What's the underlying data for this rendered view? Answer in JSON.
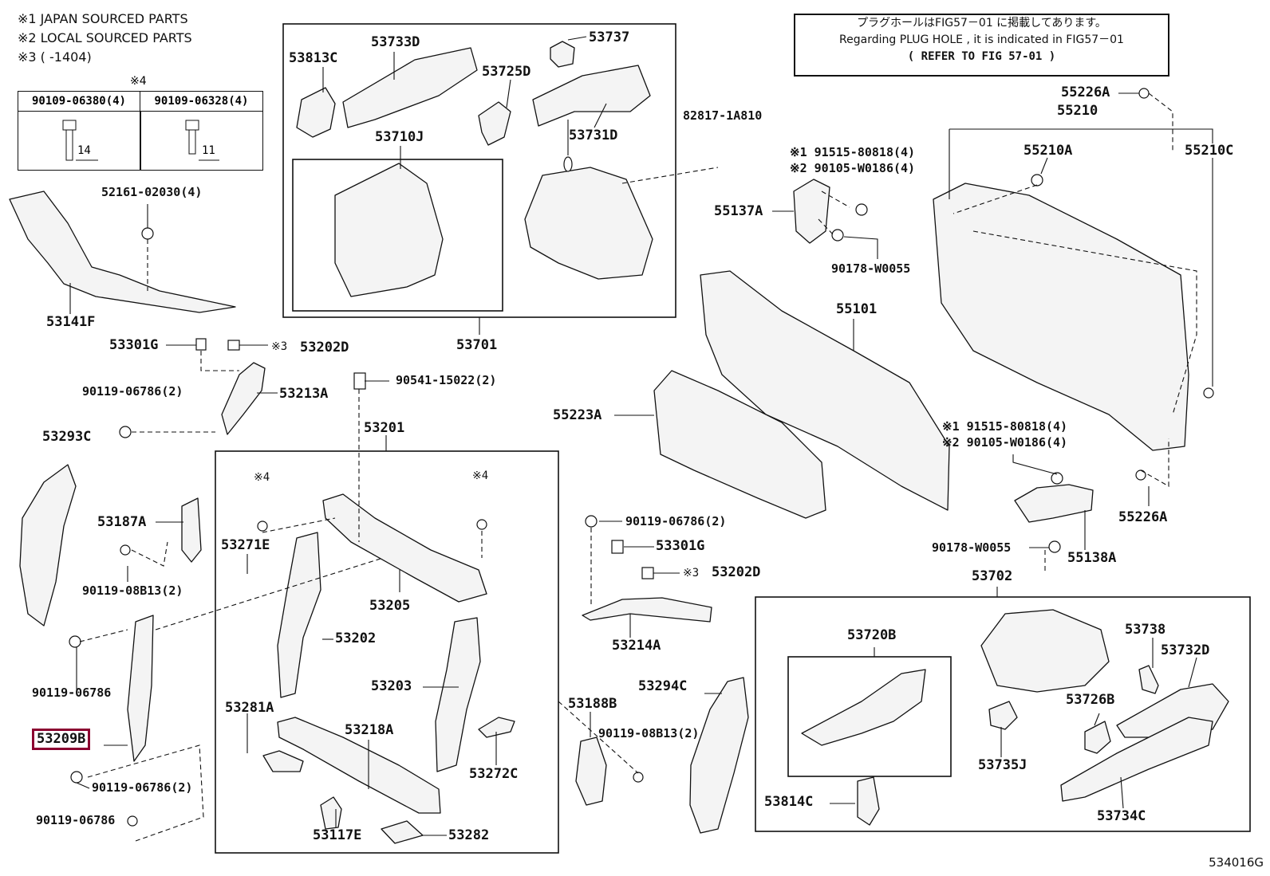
{
  "notes": {
    "legend": [
      "※1 JAPAN SOURCED PARTS",
      "※2 LOCAL SOURCED PARTS",
      "※3 (      -1404)"
    ],
    "bolt_table_marker": "※4",
    "bolt_table": [
      {
        "part": "90109-06380(4)",
        "length": "14"
      },
      {
        "part": "90109-06328(4)",
        "length": "11"
      }
    ],
    "plug_hole_note": {
      "line1": "プラグホールはFIG57－01 に掲載してあります。",
      "line2": "Regarding PLUG HOLE , it is indicated in FIG57－01",
      "line3": "( REFER TO FIG 57-01 )"
    }
  },
  "labels": {
    "p53813C": "53813C",
    "p53733D": "53733D",
    "p53737": "53737",
    "p53725D": "53725D",
    "p53731D": "53731D",
    "p53710J": "53710J",
    "p53701": "53701",
    "p82817": "82817-1A810",
    "p52161": "52161-02030(4)",
    "p53141F": "53141F",
    "p53301G_a": "53301G",
    "p53202D_a": "53202D",
    "m3_a": "※3",
    "p90119_06786_2a": "90119-06786(2)",
    "p53213A": "53213A",
    "p90541": "90541-15022(2)",
    "p53293C": "53293C",
    "p53201": "53201",
    "m4_a": "※4",
    "m4_b": "※4",
    "p53187A": "53187A",
    "p53271E": "53271E",
    "p90119_08B13_2a": "90119-08B13(2)",
    "p53205": "53205",
    "p53202": "53202",
    "p90119_06786_a": "90119-06786",
    "p53203": "53203",
    "p53209B": "53209B",
    "p53281A": "53281A",
    "p53218A": "53218A",
    "p53272C": "53272C",
    "p90119_06786_2b": "90119-06786(2)",
    "p90119_06786_b": "90119-06786",
    "p53117E": "53117E",
    "p53282": "53282",
    "p90119_06786_2c": "90119-06786(2)",
    "p53301G_b": "53301G",
    "m3_b": "※3",
    "p53202D_b": "53202D",
    "p53214A": "53214A",
    "p53188B": "53188B",
    "p90119_08B13_2b": "90119-08B13(2)",
    "p53294C": "53294C",
    "m1_a": "※1 91515-80818(4)",
    "m2_a": "※2 90105-W0186(4)",
    "p55137A": "55137A",
    "p90178_a": "90178-W0055",
    "p55101": "55101",
    "p55223A": "55223A",
    "p55226A_a": "55226A",
    "p55210": "55210",
    "p55210A": "55210A",
    "p55210C": "55210C",
    "m1_b": "※1 91515-80818(4)",
    "m2_b": "※2 90105-W0186(4)",
    "p55226A_b": "55226A",
    "p90178_b": "90178-W0055",
    "p55138A": "55138A",
    "p53702": "53702",
    "p53720B": "53720B",
    "p53738": "53738",
    "p53732D": "53732D",
    "p53726B": "53726B",
    "p53735J": "53735J",
    "p53814C": "53814C",
    "p53734C": "53734C"
  },
  "figure_number": "534016G",
  "highlight_color": "#8b0030"
}
